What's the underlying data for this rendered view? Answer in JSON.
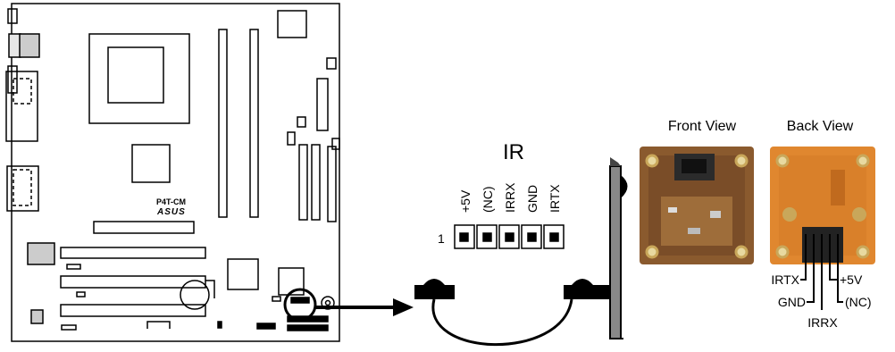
{
  "board": {
    "model_label": "P4T-CM",
    "brand_label": "ASUS"
  },
  "header": {
    "title": "IR",
    "pin_one_marker": "1",
    "pins": [
      "+5V",
      "(NC)",
      "IRRX",
      "GND",
      "IRTX"
    ]
  },
  "module": {
    "front_view_label": "Front View",
    "back_view_label": "Back View",
    "pin_labels": {
      "irtx": "IRTX",
      "gnd": "GND",
      "irrx": "IRRX",
      "plus5v": "+5V",
      "nc": "(NC)"
    }
  },
  "colors": {
    "line": "#000000",
    "pcb_front": "#8a5a2e",
    "pcb_back": "#e0872f",
    "receiver": "#2b2b2b",
    "mounting_hole": "#e8d9a0"
  }
}
